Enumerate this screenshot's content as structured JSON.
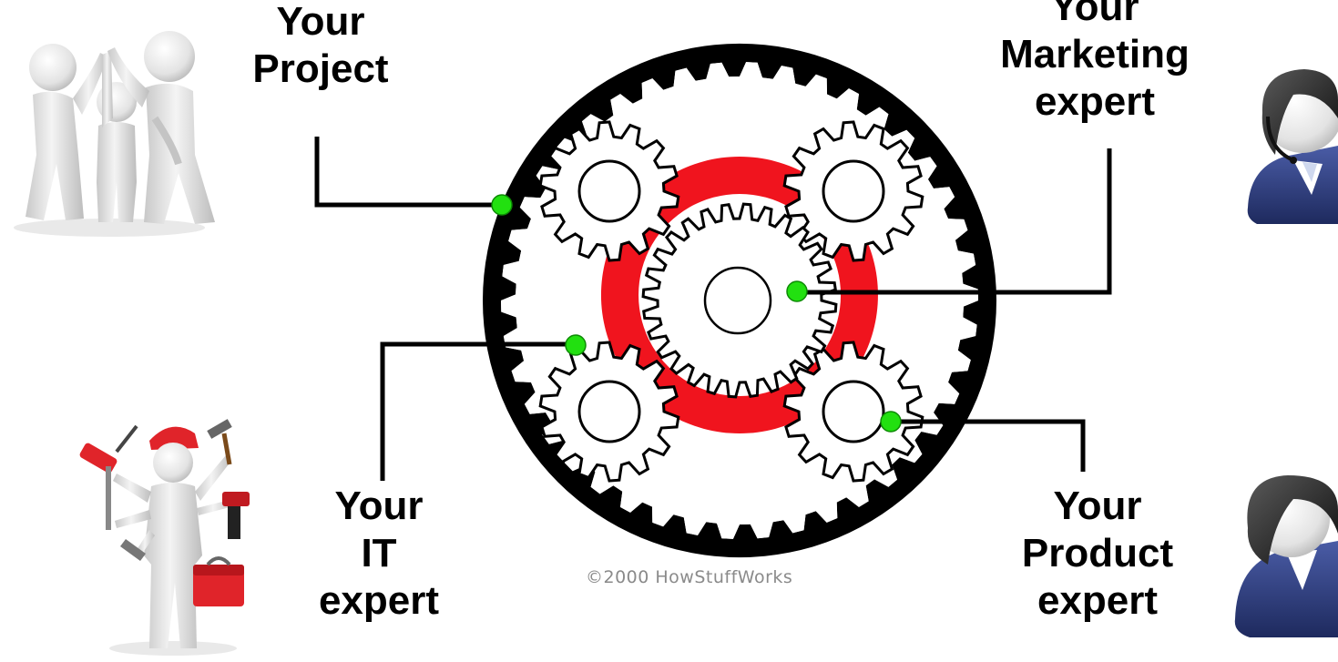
{
  "labels": {
    "project": [
      "Your",
      "Project"
    ],
    "marketing": [
      "Your",
      "Marketing",
      "expert"
    ],
    "it": [
      "Your",
      "IT",
      "expert"
    ],
    "product": [
      "Your",
      "Product",
      "expert"
    ]
  },
  "copyright": "©2000 HowStuffWorks",
  "colors": {
    "ring_gear": "#000000",
    "carrier": "#f0141e",
    "connector_dot": "#22e010",
    "connector_line": "#000000",
    "suit": "#2b3a78"
  },
  "icons": {
    "team": "team-high-five-icon",
    "marketing": "headset-person-icon",
    "it": "handyman-multitool-icon",
    "product": "businesswoman-icon"
  }
}
